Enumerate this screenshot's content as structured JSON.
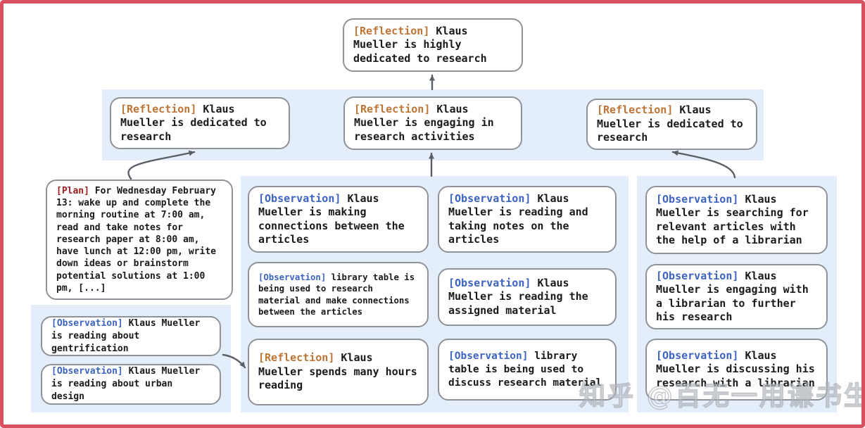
{
  "figure": {
    "root": {
      "label": "[Reflection]",
      "text": "Klaus Mueller is highly dedicated to research"
    },
    "level2": [
      {
        "label": "[Reflection]",
        "text": "Klaus Mueller is dedicated to research"
      },
      {
        "label": "[Reflection]",
        "text": "Klaus Mueller is engaging in research activities"
      },
      {
        "label": "[Reflection]",
        "text": "Klaus Mueller is dedicated to research"
      }
    ],
    "plan": {
      "label": "[Plan]",
      "text": "For Wednesday February 13: wake up and complete the morning routine at 7:00 am, read and take notes for research paper at 8:00 am, have lunch at 12:00 pm, write down ideas or brainstorm potential solutions at 1:00 pm, [...]"
    },
    "left_panel": [
      {
        "label": "[Observation]",
        "text": "Klaus Mueller is reading about gentrification"
      },
      {
        "label": "[Observation]",
        "text": "Klaus Mueller is reading about urban design"
      }
    ],
    "middle_panel": {
      "col1": [
        {
          "label": "[Observation]",
          "text": "Klaus Mueller is making connections between the articles"
        },
        {
          "label": "[Observation]",
          "text": "library table is being used to research material and make connections between the articles"
        },
        {
          "label": "[Reflection]",
          "text": "Klaus Mueller spends many hours reading"
        }
      ],
      "col2": [
        {
          "label": "[Observation]",
          "text": "Klaus Mueller is reading and taking notes on the articles"
        },
        {
          "label": "[Observation]",
          "text": "Klaus Mueller is reading the assigned material"
        },
        {
          "label": "[Observation]",
          "text": "library table is being used to discuss research material"
        }
      ]
    },
    "right_panel": [
      {
        "label": "[Observation]",
        "text": "Klaus Mueller is searching for relevant articles with the help of a librarian"
      },
      {
        "label": "[Observation]",
        "text": "Klaus Mueller is engaging with a librarian to further his research"
      },
      {
        "label": "[Observation]",
        "text": "Klaus Mueller is discussing his research with a librarian"
      }
    ],
    "watermark": "知乎 @百无一用谦书生",
    "colors": {
      "reflection_label": "#bd7435",
      "plan_label": "#9b1d1d",
      "observation_label": "#3c64c0",
      "panel_bg": "#e4eefa",
      "frame_border": "#d6505f",
      "node_border": "#8f9399",
      "arrow": "#5a5f66"
    }
  }
}
